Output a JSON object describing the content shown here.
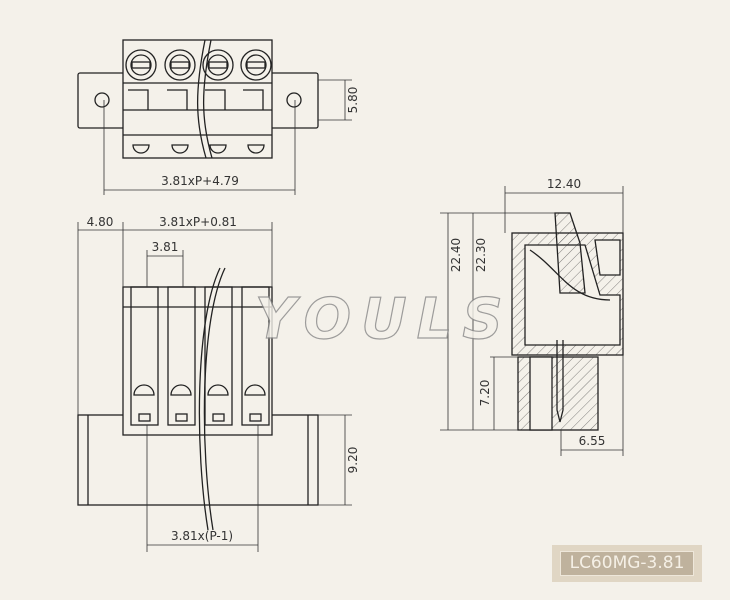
{
  "dimensions": {
    "top_width": "3.81xP+4.79",
    "top_height": "5.80",
    "flange": "4.80",
    "front_width": "3.81xP+0.81",
    "pitch": "3.81",
    "flange_height": "9.20",
    "pin_span": "3.81x(P-1)",
    "side_width": "12.40",
    "side_height_total": "22.40",
    "side_height_body": "22.30",
    "pin_length": "7.20",
    "pin_offset": "6.55"
  },
  "watermark": "YOULS",
  "model": "LC60MG-3.81"
}
